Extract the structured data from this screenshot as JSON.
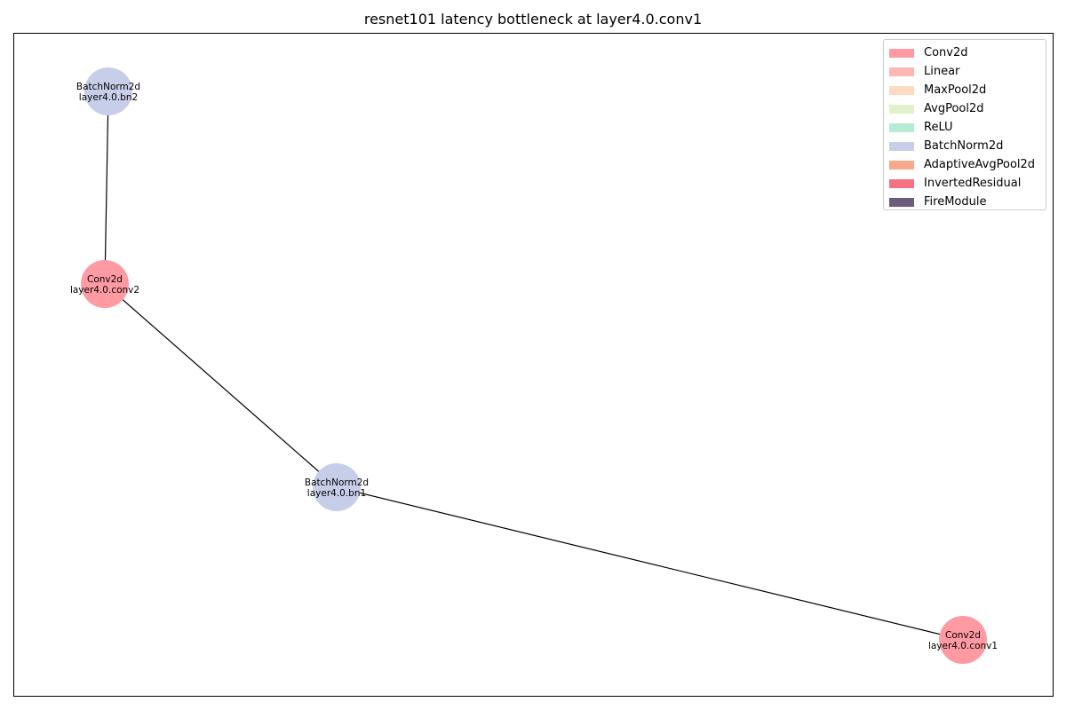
{
  "title": "resnet101 latency bottleneck at layer4.0.conv1",
  "legend": [
    {
      "label": "Conv2d",
      "color": "#ff9aa2"
    },
    {
      "label": "Linear",
      "color": "#ffb7b2"
    },
    {
      "label": "MaxPool2d",
      "color": "#ffdac1"
    },
    {
      "label": "AvgPool2d",
      "color": "#e2f0cb"
    },
    {
      "label": "ReLU",
      "color": "#b5ead7"
    },
    {
      "label": "BatchNorm2d",
      "color": "#c7ceea"
    },
    {
      "label": "AdaptiveAvgPool2d",
      "color": "#f7a98b"
    },
    {
      "label": "InvertedResidual",
      "color": "#f67280"
    },
    {
      "label": "FireModule",
      "color": "#6c5b7b"
    }
  ],
  "nodes": [
    {
      "id": "layer4.0.bn2",
      "type": "BatchNorm2d",
      "color": "#c7ceea"
    },
    {
      "id": "layer4.0.conv2",
      "type": "Conv2d",
      "color": "#ff9aa2"
    },
    {
      "id": "layer4.0.bn1",
      "type": "BatchNorm2d",
      "color": "#c7ceea"
    },
    {
      "id": "layer4.0.conv1",
      "type": "Conv2d",
      "color": "#ff9aa2"
    }
  ],
  "edges": [
    {
      "source": "layer4.0.bn2",
      "target": "layer4.0.conv2"
    },
    {
      "source": "layer4.0.conv2",
      "target": "layer4.0.bn1"
    },
    {
      "source": "layer4.0.bn1",
      "target": "layer4.0.conv1"
    }
  ]
}
